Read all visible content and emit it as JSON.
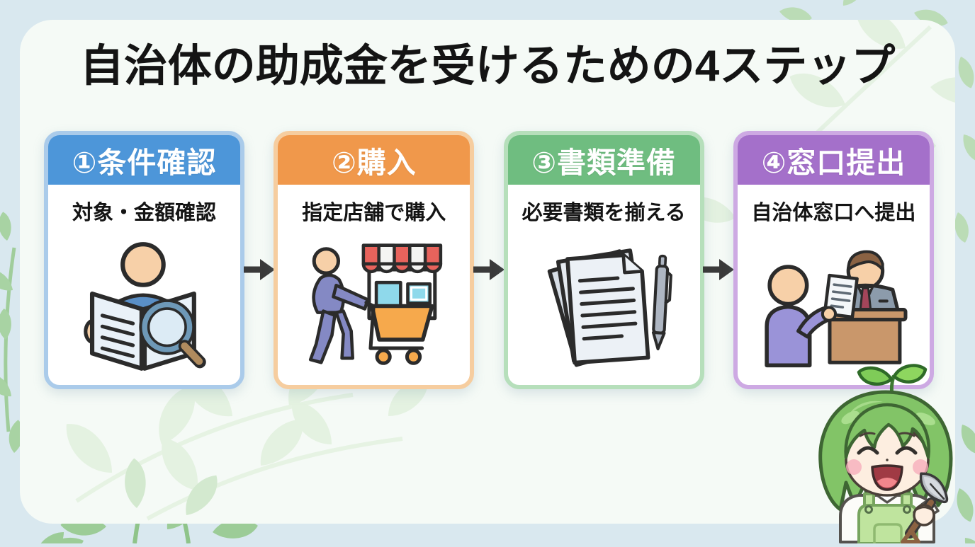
{
  "page": {
    "title": "自治体の助成金を受けるための4ステップ"
  },
  "steps": [
    {
      "header": "①条件確認",
      "caption": "対象・金額確認",
      "icon": "person-reading-with-magnifier-icon",
      "header_color": "#4D96D9",
      "border_color": "#AACBEA"
    },
    {
      "header": "②購入",
      "caption": "指定店舗で購入",
      "icon": "shopper-cart-storefront-icon",
      "header_color": "#F0984B",
      "border_color": "#F6CD9F"
    },
    {
      "header": "③書類準備",
      "caption": "必要書類を揃える",
      "icon": "documents-and-pen-icon",
      "header_color": "#6FBD80",
      "border_color": "#B6DFBB"
    },
    {
      "header": "④窓口提出",
      "caption": "自治体窓口へ提出",
      "icon": "counter-submission-icon",
      "header_color": "#A470CA",
      "border_color": "#CDA9E3"
    }
  ],
  "decorations": {
    "mascot": "sprout-girl-with-trowel",
    "arrow_color": "#3A3A3A",
    "page_background": "#D9E8EF",
    "panel_background": "#F5FAF6",
    "leaf_color": "#A4D1A0"
  }
}
